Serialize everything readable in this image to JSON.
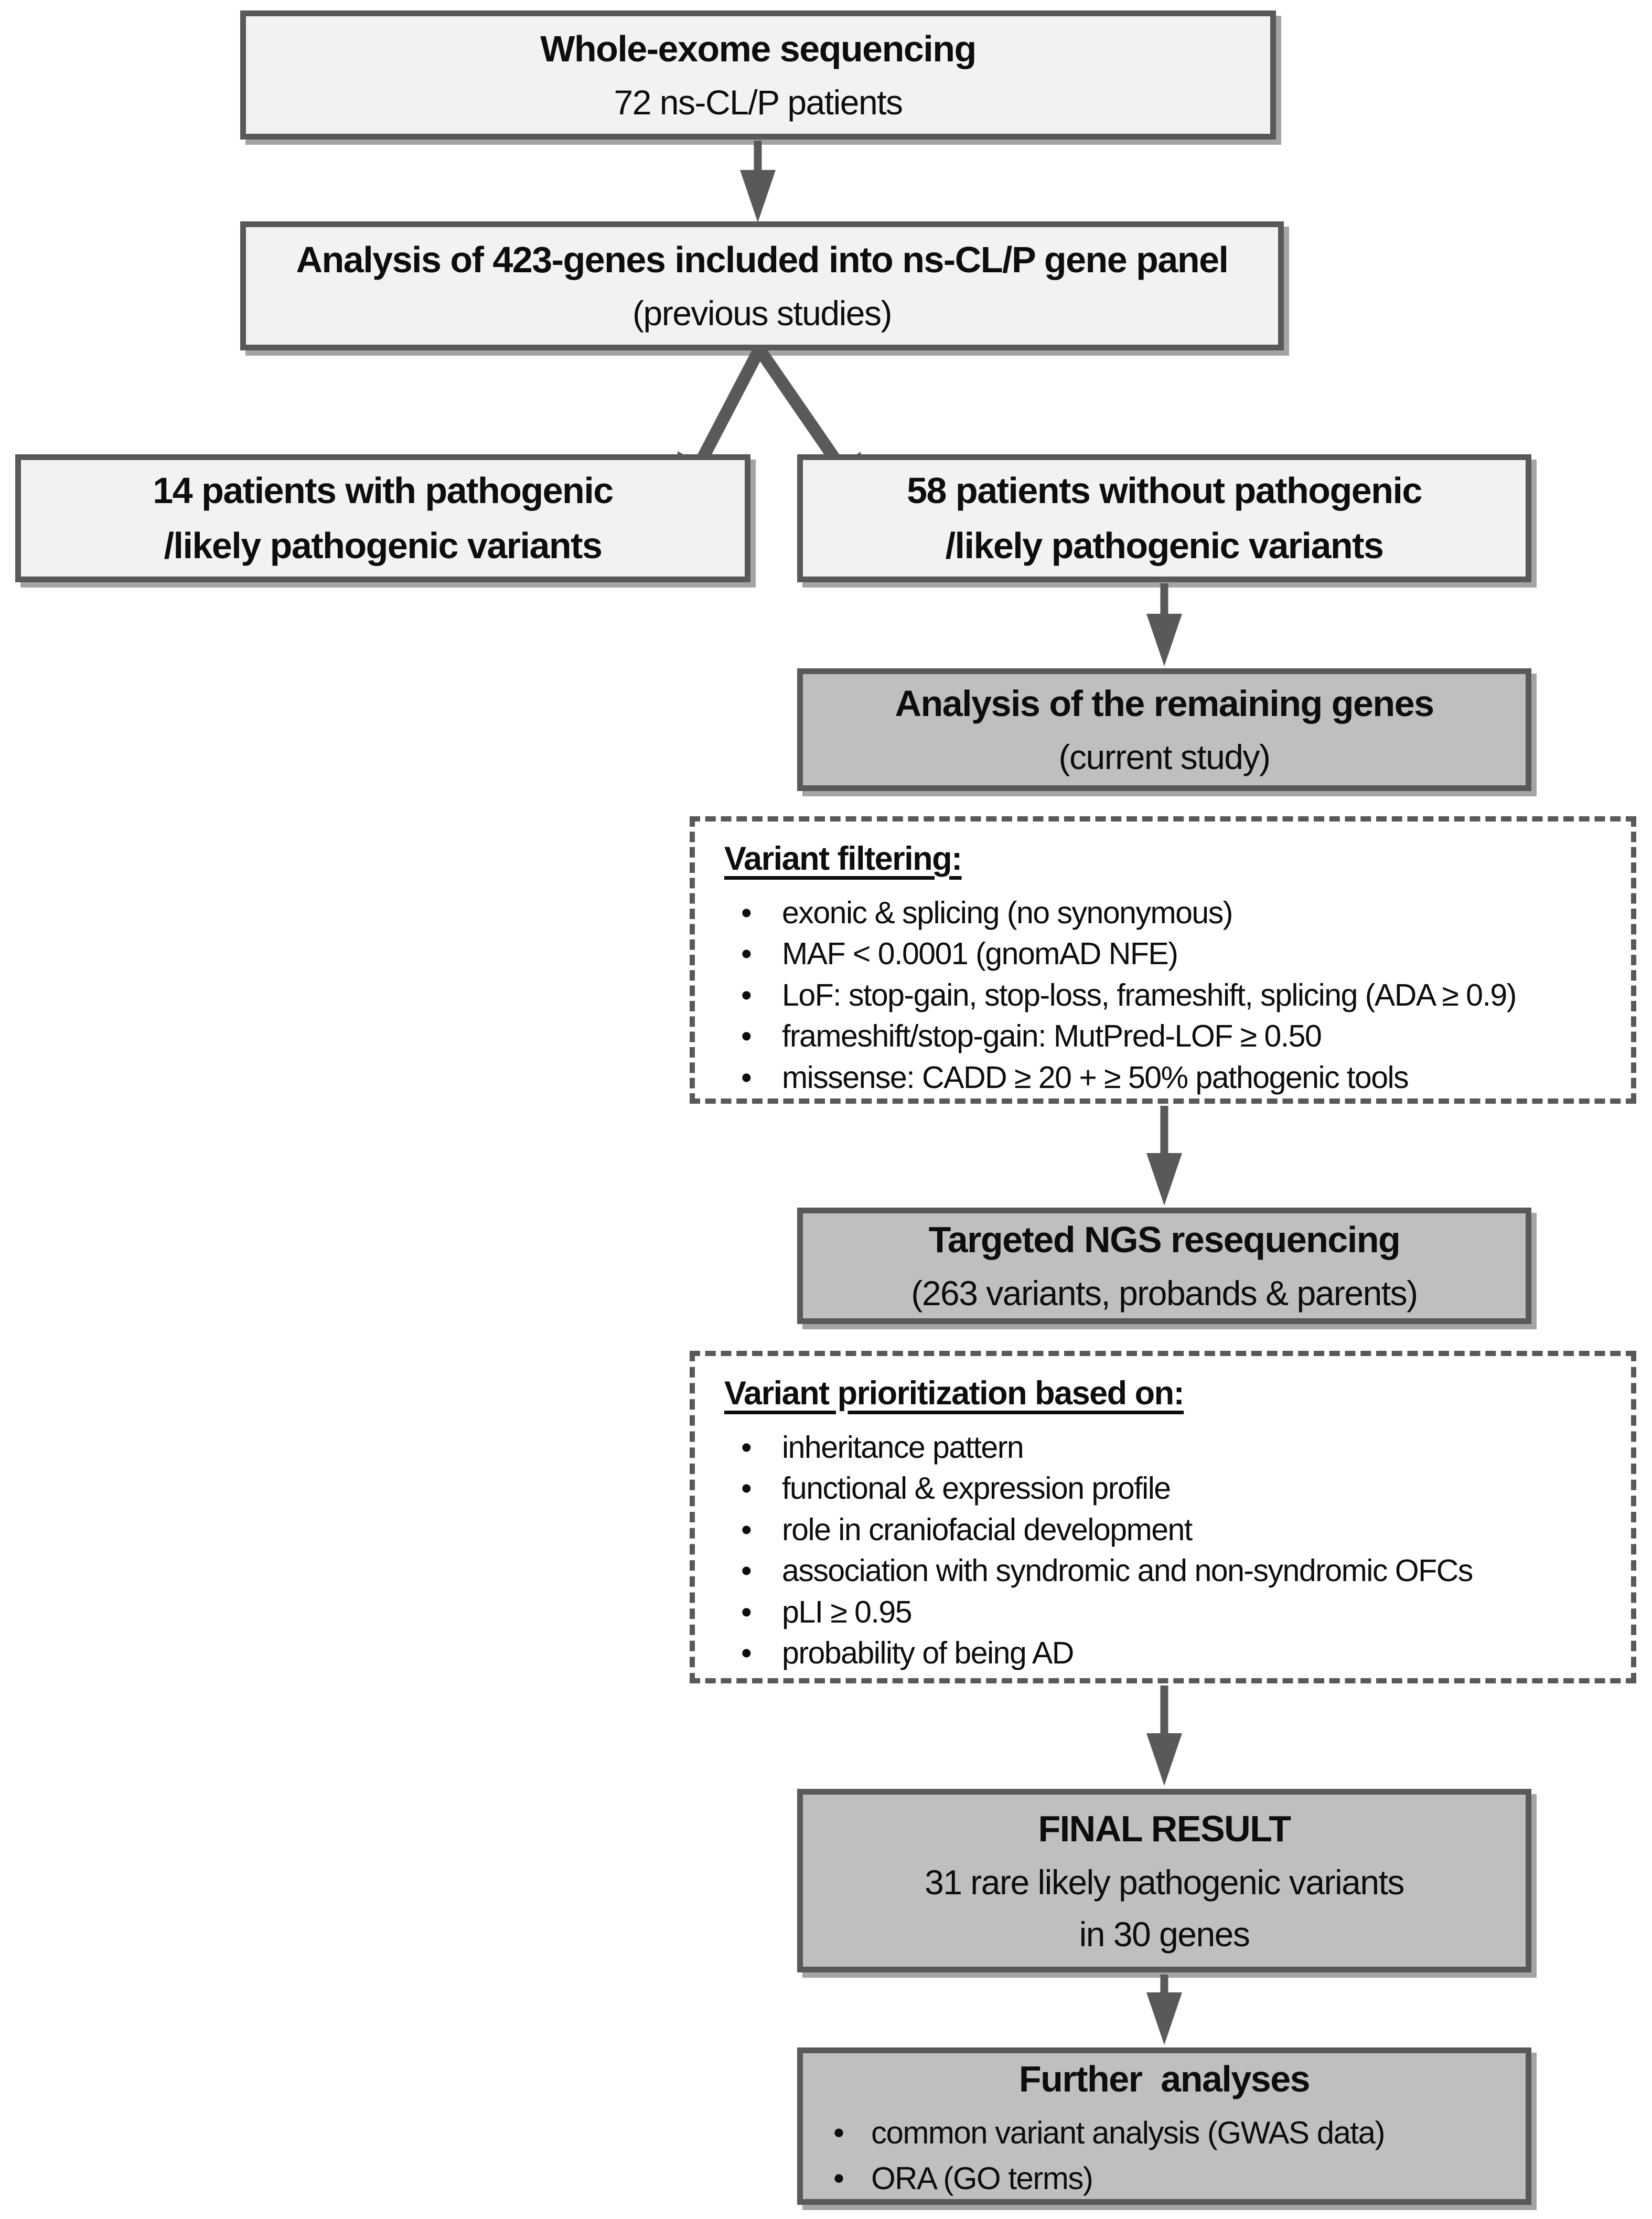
{
  "flowchart": {
    "wes": {
      "title": "Whole-exome sequencing",
      "subtitle": "72 ns-CL/P patients"
    },
    "panel": {
      "title": "Analysis of 423-genes included into ns-CL/P gene panel",
      "subtitle": "(previous studies)"
    },
    "with_variants": {
      "line1": "14 patients with pathogenic",
      "line2": "/likely pathogenic variants"
    },
    "without_variants": {
      "line1": "58 patients without pathogenic",
      "line2": "/likely pathogenic variants"
    },
    "remaining": {
      "title": "Analysis of the remaining genes",
      "subtitle": "(current study)"
    },
    "filtering": {
      "title": "Variant filtering:",
      "items": [
        "exonic & splicing (no synonymous)",
        "MAF < 0.0001 (gnomAD NFE)",
        "LoF: stop-gain, stop-loss, frameshift, splicing (ADA ≥ 0.9)",
        "frameshift/stop-gain: MutPred-LOF ≥ 0.50",
        "missense: CADD ≥ 20 + ≥ 50% pathogenic tools"
      ]
    },
    "ngs": {
      "title": "Targeted NGS resequencing",
      "subtitle": "(263 variants, probands & parents)"
    },
    "prioritization": {
      "title": "Variant prioritization based on:",
      "items": [
        "inheritance pattern",
        "functional & expression profile",
        "role in craniofacial development",
        "association with syndromic and non-syndromic OFCs",
        "pLI ≥ 0.95",
        "probability of being AD"
      ]
    },
    "final": {
      "title": "FINAL RESULT",
      "line2": "31 rare likely pathogenic variants",
      "line3": "in 30 genes"
    },
    "further": {
      "title": "Further  analyses",
      "items": [
        "common variant analysis (GWAS data)",
        "ORA (GO terms)"
      ]
    }
  },
  "colors": {
    "light_fill": "#f2f2f2",
    "dark_fill": "#bfbfbf",
    "border": "#595959",
    "arrow": "#595959",
    "text": "#0d0d0d",
    "background": "#ffffff"
  }
}
